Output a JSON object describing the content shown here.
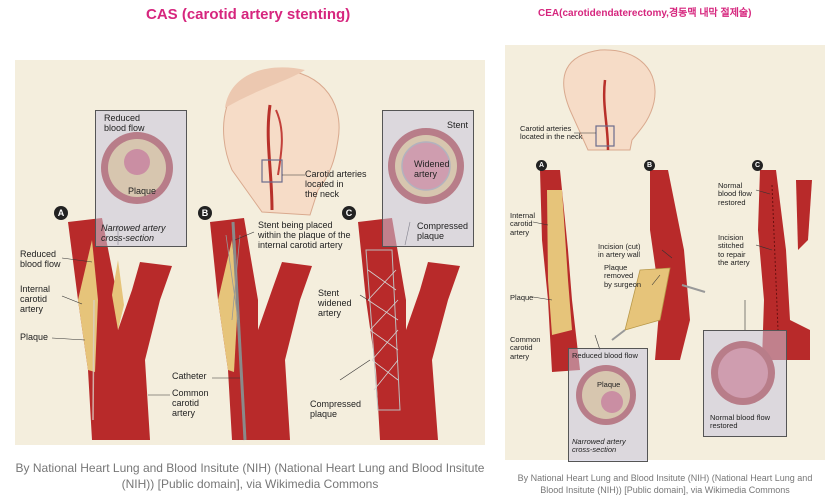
{
  "titles": {
    "cas": "CAS (carotid artery stenting)",
    "cea": "CEA(carotidendaterectomy,경동맥 내막 절제술)"
  },
  "captions": {
    "cas": "By National Heart Lung and Blood Insitute (NIH) (National Heart Lung and Blood Insitute (NIH)) [Public domain], via Wikimedia Commons",
    "cea": "By National Heart Lung and Blood Insitute (NIH) (National Heart Lung and Blood Insitute (NIH)) [Public domain], via Wikimedia Commons"
  },
  "cas": {
    "badges": [
      "A",
      "B",
      "C"
    ],
    "labels": {
      "reduced_flow_box": "Reduced\nblood flow",
      "plaque_box": "Plaque",
      "narrowed": "Narrowed artery\ncross-section",
      "carotid_neck": "Carotid arteries\nlocated in\nthe neck",
      "stent_top": "Stent",
      "widened": "Widened\nartery",
      "compressed_box": "Compressed\nplaque",
      "reduced_flow": "Reduced\nblood flow",
      "internal": "Internal\ncarotid\nartery",
      "plaque": "Plaque",
      "stent_placed": "Stent being placed\nwithin the plaque of the\ninternal carotid artery",
      "stent_widened": "Stent\nwidened\nartery",
      "catheter": "Catheter",
      "common": "Common\ncarotid\nartery",
      "compressed": "Compressed\nplaque"
    }
  },
  "cea": {
    "badges": [
      "A",
      "B",
      "C"
    ],
    "labels": {
      "carotid_neck": "Carotid arteries\nlocated in the neck",
      "internal": "Internal\ncarotid\nartery",
      "plaque": "Plaque",
      "common": "Common\ncarotid\nartery",
      "incision": "Incision (cut)\nin artery wall",
      "plaque_removed": "Plaque\nremoved\nby surgeon",
      "normal_flow": "Normal\nblood flow\nrestored",
      "stitched": "Incision\nstitched\nto repair\nthe artery",
      "reduced_flow_box": "Reduced blood flow",
      "plaque_box": "Plaque",
      "narrowed": "Narrowed artery\ncross-section",
      "normal_box": "Normal blood flow\nrestored"
    }
  }
}
